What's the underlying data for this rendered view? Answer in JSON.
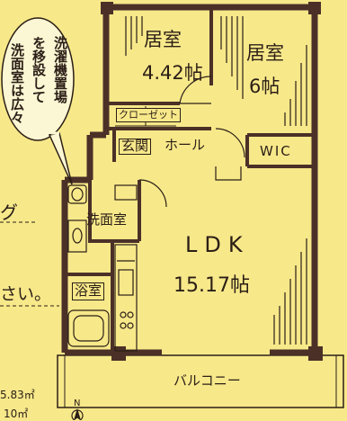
{
  "rooms": {
    "bedroom1": {
      "name": "居室",
      "size": "4.42帖"
    },
    "bedroom2": {
      "name": "居室",
      "size": "6帖"
    },
    "closet": "クローゼット",
    "entrance": "玄関",
    "hall": "ホール",
    "wic": "WIC",
    "washroom": "洗面室",
    "bath": "浴室",
    "ldk": {
      "name": "LDK",
      "size": "15.17帖"
    },
    "balcony": "バルコニー"
  },
  "callout": {
    "columns": [
      "洗濯機置場",
      "を移設して",
      "洗面室は広々"
    ]
  },
  "fragments": {
    "left_upper": "グ",
    "left_middle": "さい。",
    "area1": "5.83㎡",
    "area2": "10㎡",
    "compass": "N"
  },
  "colors": {
    "background": "#f7e88a",
    "wall": "#4a3027",
    "line": "#2b1e16"
  }
}
